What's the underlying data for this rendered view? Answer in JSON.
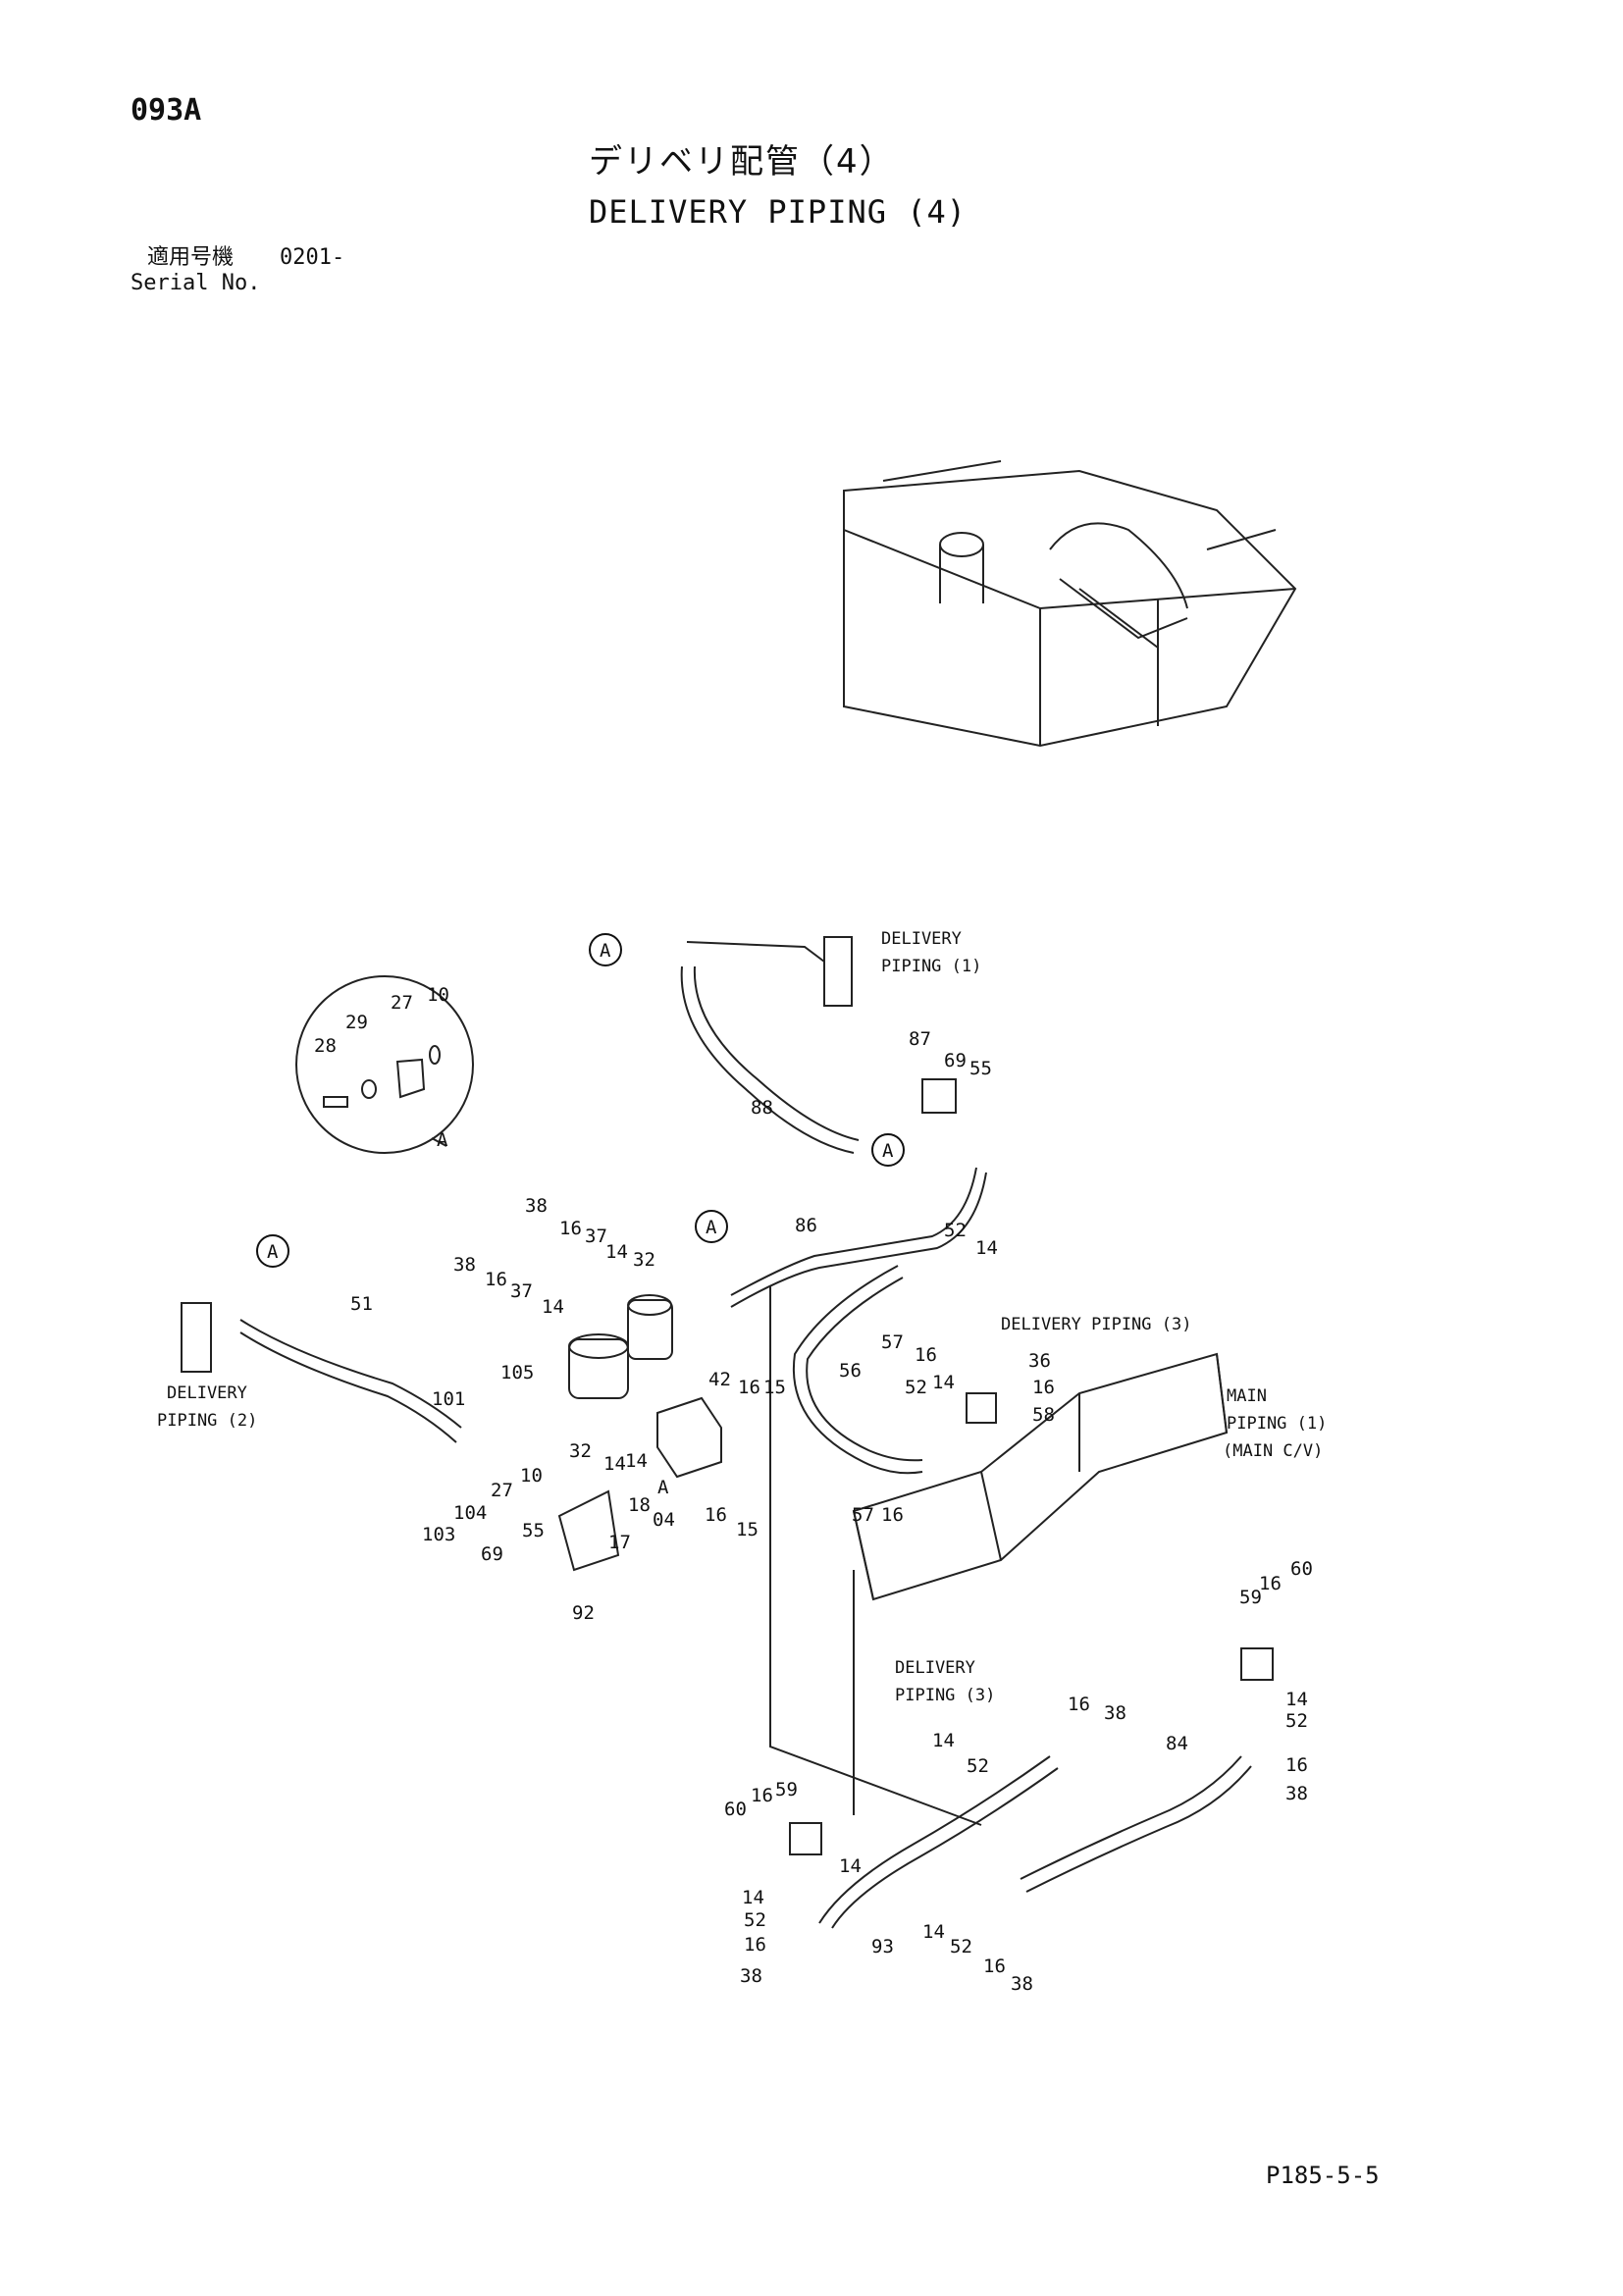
{
  "header": {
    "code": "093A",
    "title_jp": "デリベリ配管（4）",
    "title_en": "DELIVERY PIPING (4)",
    "serial_label_jp": "適用号機",
    "serial_value": "0201-",
    "serial_label_en": "Serial No."
  },
  "callouts": {
    "delivery_piping_1": [
      "DELIVERY",
      "PIPING (1)"
    ],
    "delivery_piping_2": [
      "DELIVERY",
      "PIPING (2)"
    ],
    "delivery_piping_3_top": "DELIVERY PIPING (3)",
    "delivery_piping_3_bottom": [
      "DELIVERY",
      "PIPING (3)"
    ],
    "main_piping": [
      "MAIN",
      "PIPING (1)",
      "(MAIN C/V)"
    ],
    "view_marker": "A"
  },
  "part_numbers": [
    "10",
    "27",
    "29",
    "28",
    "A",
    "87",
    "69",
    "55",
    "88",
    "86",
    "38",
    "16",
    "37",
    "14",
    "32",
    "52",
    "14",
    "38",
    "16",
    "37",
    "14",
    "51",
    "105",
    "101",
    "42",
    "16",
    "15",
    "57",
    "16",
    "36",
    "16",
    "58",
    "52",
    "14",
    "56",
    "32",
    "14",
    "14",
    "103",
    "104",
    "27",
    "10",
    "A",
    "18",
    "04",
    "16",
    "15",
    "55",
    "69",
    "17",
    "92",
    "57",
    "16",
    "60",
    "16",
    "59",
    "14",
    "52",
    "16",
    "38",
    "16",
    "38",
    "14",
    "52",
    "84",
    "60",
    "16",
    "59",
    "14",
    "52",
    "16",
    "38",
    "93",
    "14",
    "52",
    "16",
    "38",
    "14"
  ],
  "footer": {
    "page_id": "P185-5-5"
  }
}
